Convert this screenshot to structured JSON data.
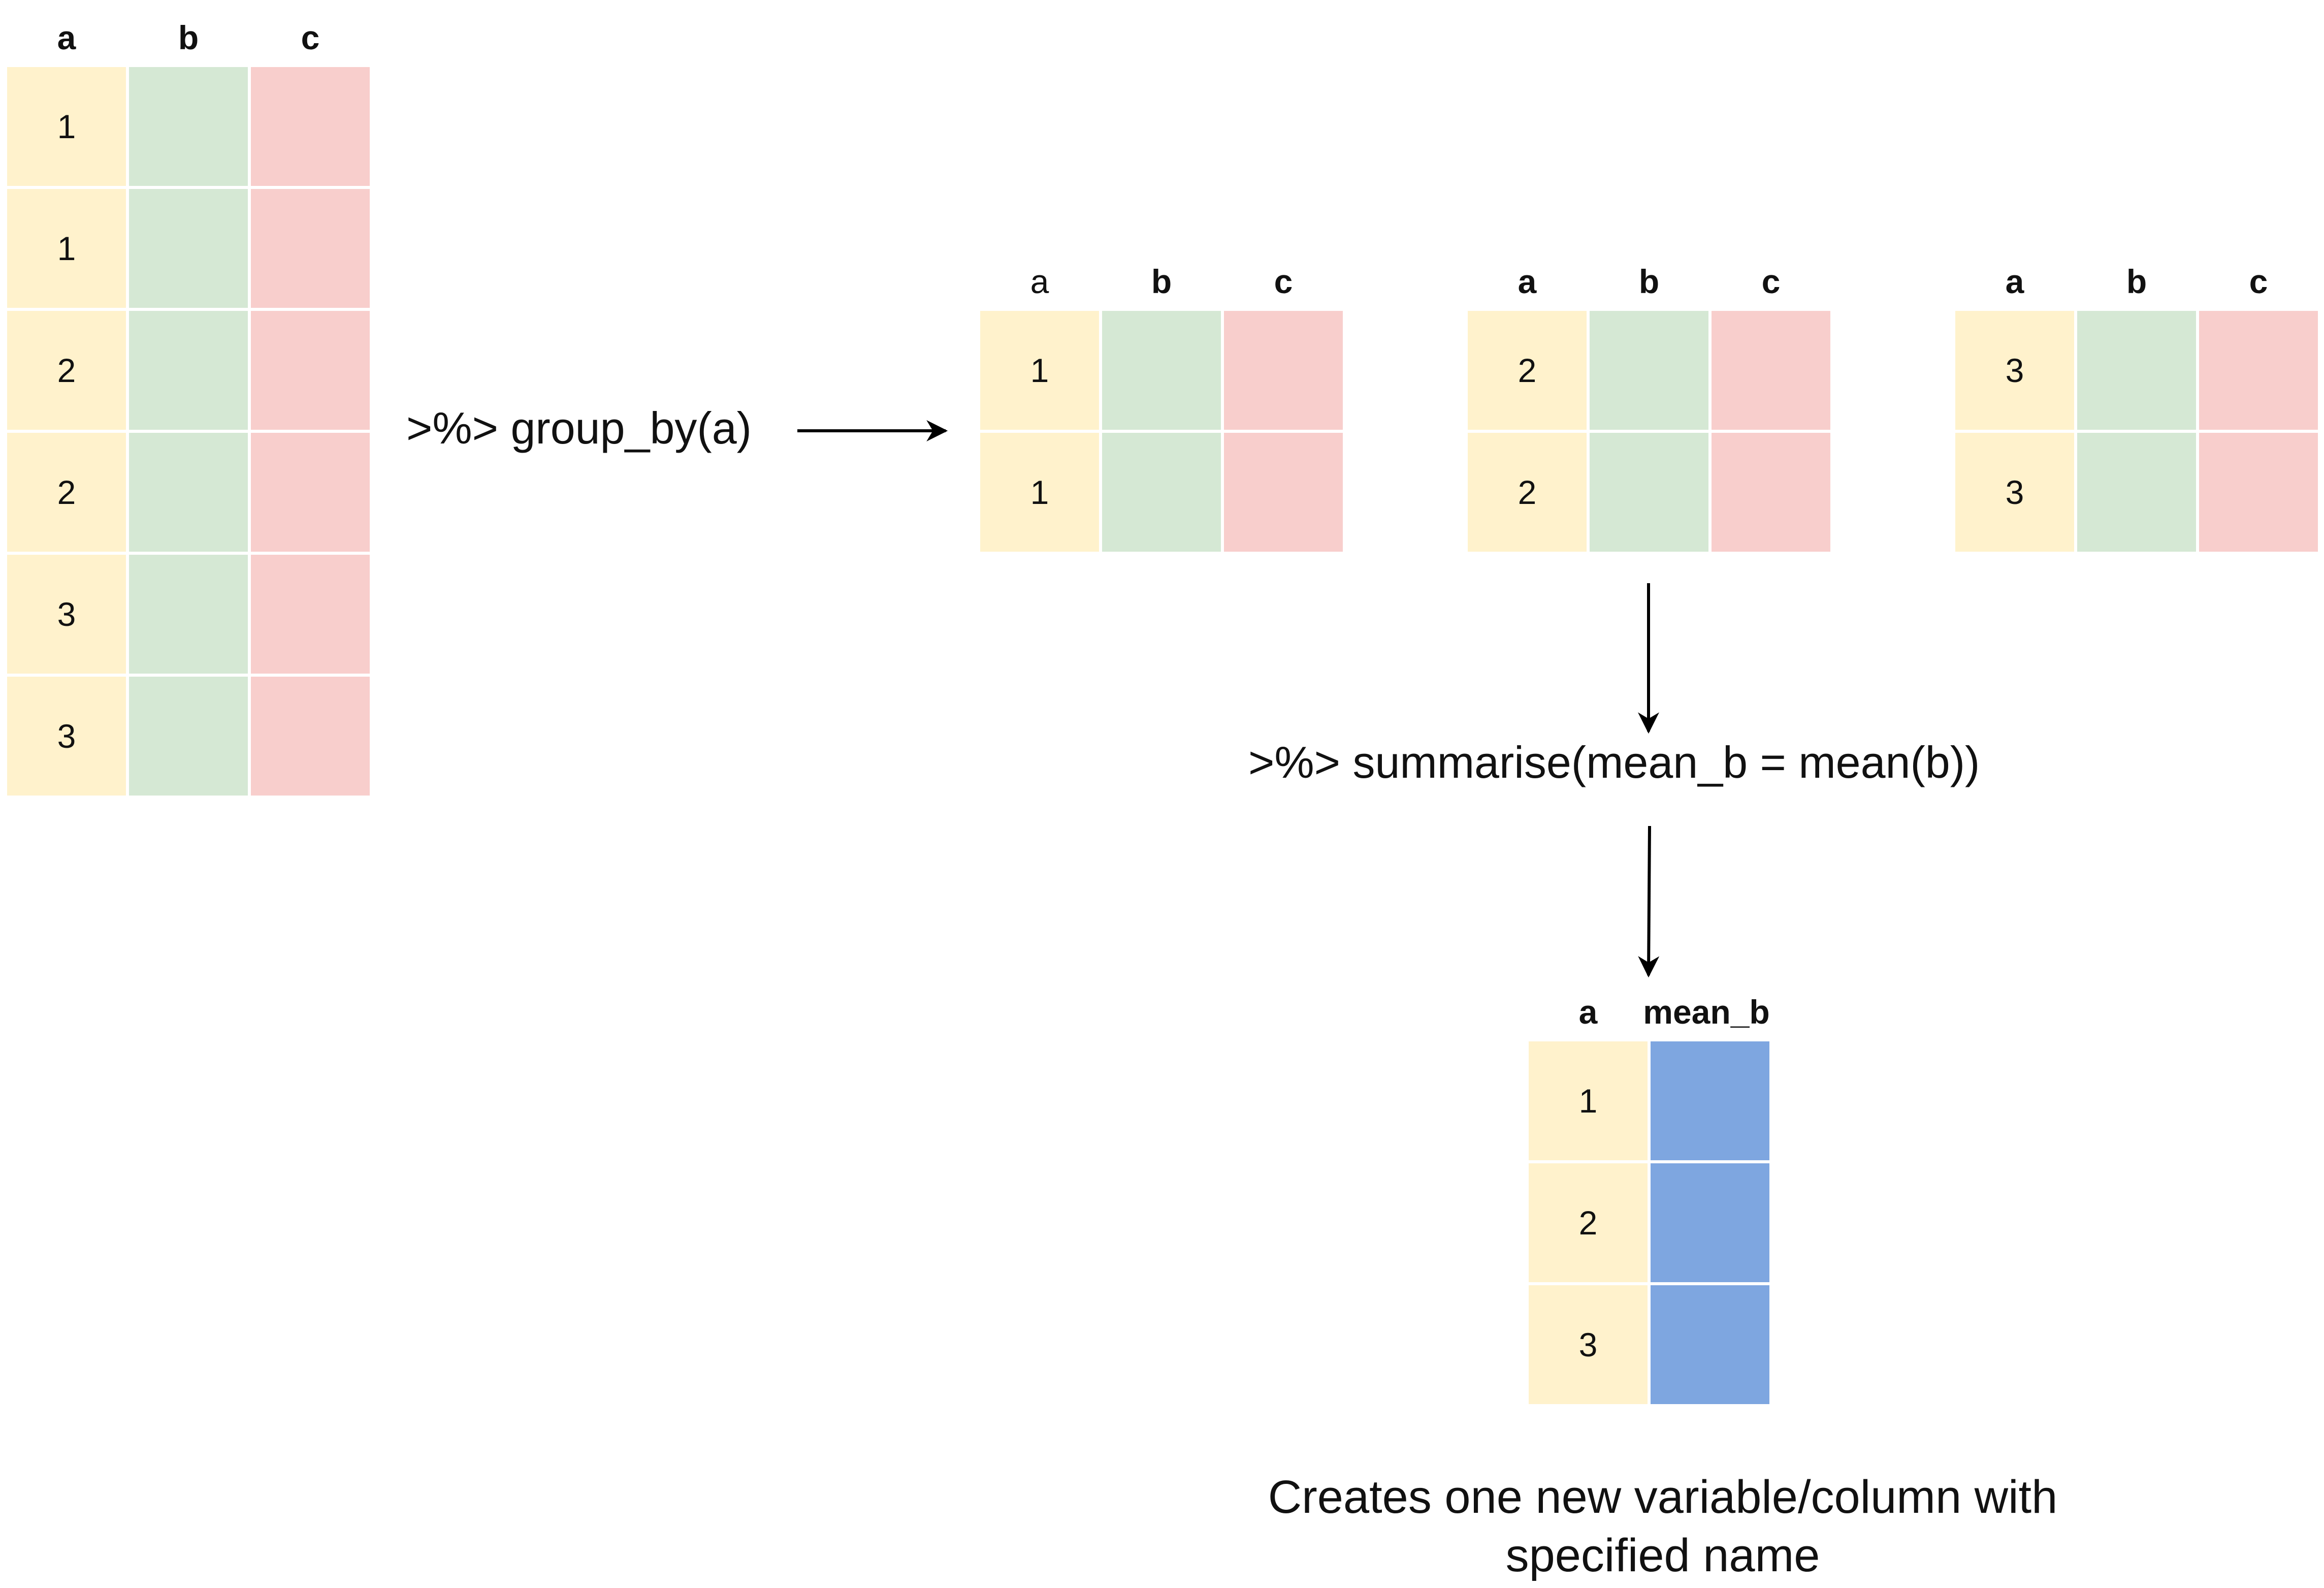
{
  "source_table": {
    "headers": [
      "a",
      "b",
      "c"
    ],
    "rows": [
      "1",
      "1",
      "2",
      "2",
      "3",
      "3"
    ]
  },
  "operation_group": ">%> group_by(a)",
  "groups": [
    {
      "headers": [
        "a",
        "b",
        "c"
      ],
      "rows": [
        "1",
        "1"
      ]
    },
    {
      "headers": [
        "a",
        "b",
        "c"
      ],
      "rows": [
        "2",
        "2"
      ]
    },
    {
      "headers": [
        "a",
        "b",
        "c"
      ],
      "rows": [
        "3",
        "3"
      ]
    }
  ],
  "operation_summarise": ">%> summarise(mean_b = mean(b))",
  "result_table": {
    "headers": [
      "a",
      "mean_b"
    ],
    "rows": [
      "1",
      "2",
      "3"
    ]
  },
  "caption": {
    "line1": "Creates one new variable/column with",
    "line2": "specified name"
  },
  "colors": {
    "col_a": "#fff2cc",
    "col_b": "#d5e8d4",
    "col_c": "#f8cecc",
    "col_mean_b": "#7ea6e0"
  }
}
